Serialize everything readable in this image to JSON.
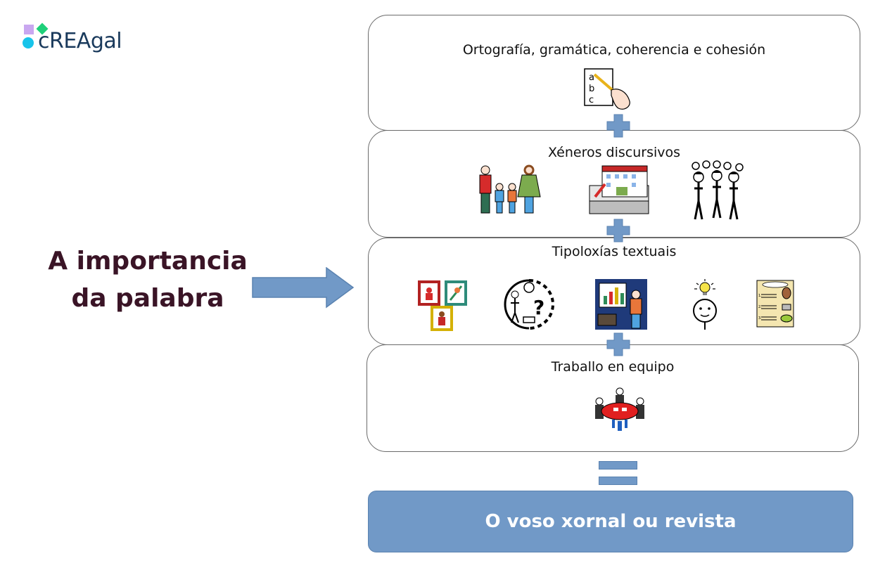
{
  "logo": {
    "text": "cREAgal"
  },
  "headline": {
    "line1": "A importancia",
    "line2": "da palabra"
  },
  "boxes": [
    {
      "title": "Ortografía, gramática, coherencia e cohesión"
    },
    {
      "title": "Xéneros discursivos"
    },
    {
      "title": "Tipoloxías textuais"
    },
    {
      "title": "Traballo en equipo"
    }
  ],
  "result": {
    "label": "O voso xornal ou revista"
  },
  "colors": {
    "accent": "#7199c7",
    "headline": "#3a1426",
    "logo": "#1a3a5c"
  },
  "icons": [
    "writing-abc-icon",
    "family-icon",
    "school-icon",
    "group-people-icon",
    "story-cards-icon",
    "thinking-question-icon",
    "presentation-icon",
    "idea-face-icon",
    "recipe-icon",
    "teamwork-table-icon"
  ]
}
